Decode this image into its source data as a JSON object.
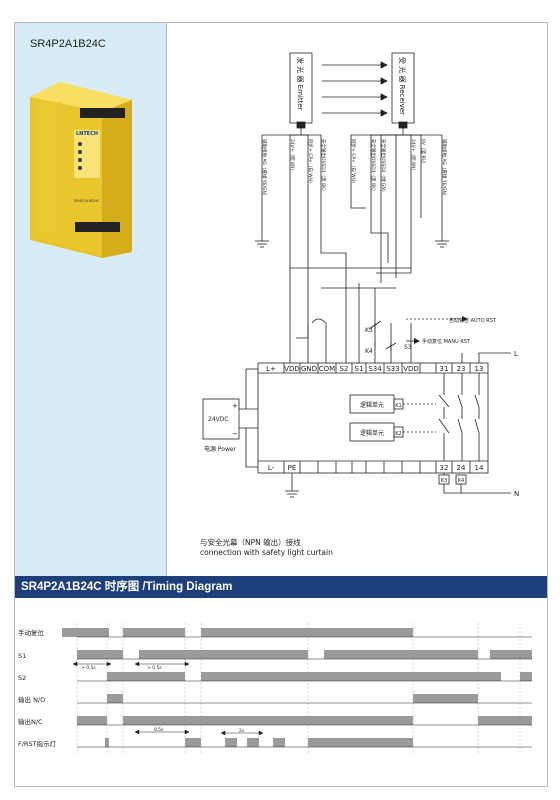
{
  "product": {
    "model": "SR4P2A1B24C",
    "device_brand": "LNTECH",
    "device_small_label": "SR4P2A1B24C"
  },
  "wiring": {
    "emitter_label": "发 光 器 Emitter",
    "receiver_label": "受 光 器 Receiver",
    "emitter_wires": [
      "辅助接地 AG（黄绿 YE/GN）",
      "24V+（棕 BN）",
      "同步+ CP+（白 WH）",
      "安全输出OSSD1（黑 BK）"
    ],
    "receiver_wires": [
      "同步+ CP+（白 WH）",
      "安全输出OSSD1（黑 BK）",
      "安全输出OSSD2（绿 GN）",
      "24V+（棕 BN）",
      "0V（蓝 BU）",
      "辅助接地 AG（黄绿 YE/GN）"
    ],
    "terminals_top": [
      "L+",
      "VDD",
      "GND",
      "COM",
      "S2",
      "S1",
      "S34",
      "S33",
      "VDD",
      "",
      "31",
      "23",
      "13"
    ],
    "terminals_bottom": [
      "L-",
      "PE",
      "",
      "",
      "",
      "",
      "",
      "",
      "",
      "",
      "32",
      "24",
      "14"
    ],
    "auto_reset": "自动复位 AUTO RST",
    "manual_reset": "手动复位 MANU RST",
    "k3": "K3",
    "k4": "K4",
    "s3": "S3",
    "logic_unit": "逻辑单元",
    "k1": "K1",
    "k2": "K2",
    "line_l": "L",
    "line_n": "N",
    "power_voltage": "24VDC",
    "power_label": "电源 Power",
    "caption_zh": "与安全光幕（NPN 输出）接线",
    "caption_en": "connection with safety light curtain"
  },
  "timing": {
    "title": "SR4P2A1B24C 时序图 /Timing Diagram",
    "rows": [
      {
        "label": "手动复位"
      },
      {
        "label": "S1"
      },
      {
        "label": "S2"
      },
      {
        "label": "输出 N/O"
      },
      {
        "label": "输出N/C"
      },
      {
        "label": "F/RST指示灯"
      }
    ],
    "annotations": [
      "> 0.5s",
      "> 0.5s",
      "0.5s",
      "2s"
    ]
  },
  "colors": {
    "banner_bg": "#1d3f7a",
    "panel_bg": "#d7ecf8",
    "device_yellow": "#f1d23b",
    "signal_gray": "#9a9a9a"
  }
}
